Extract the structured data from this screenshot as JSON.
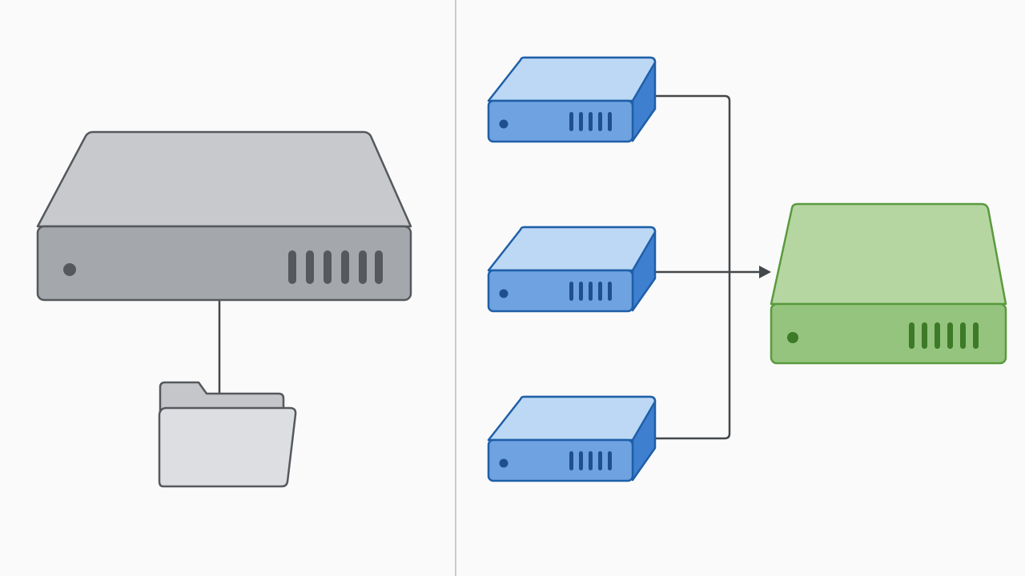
{
  "diagram": {
    "left_panel": {
      "nodes": [
        {
          "id": "gray-server",
          "icon": "server-icon",
          "fill": "#c7c9cc",
          "side": "#a4a7ab",
          "stroke": "#55585c"
        },
        {
          "id": "folder",
          "icon": "folder-icon",
          "fill": "#dcdee1",
          "stroke": "#55585c"
        }
      ],
      "edges": [
        {
          "from": "gray-server",
          "to": "folder",
          "arrow": false
        }
      ]
    },
    "divider": {
      "color": "#c9c9c9"
    },
    "right_panel": {
      "nodes": [
        {
          "id": "blue-server-1",
          "icon": "server-icon",
          "fill": "#bcd8f5",
          "side": "#6ea2e0",
          "stroke": "#1f5fa8"
        },
        {
          "id": "blue-server-2",
          "icon": "server-icon",
          "fill": "#bcd8f5",
          "side": "#6ea2e0",
          "stroke": "#1f5fa8"
        },
        {
          "id": "blue-server-3",
          "icon": "server-icon",
          "fill": "#bcd8f5",
          "side": "#6ea2e0",
          "stroke": "#1f5fa8"
        },
        {
          "id": "green-server",
          "icon": "server-icon",
          "fill": "#b5d6a1",
          "side": "#94c47d",
          "stroke": "#5a9a3e"
        }
      ],
      "edges": [
        {
          "from": "blue-server-1",
          "to": "green-server",
          "arrow": true
        },
        {
          "from": "blue-server-2",
          "to": "green-server",
          "arrow": true
        },
        {
          "from": "blue-server-3",
          "to": "green-server",
          "arrow": true
        }
      ]
    },
    "colors": {
      "background": "#fafafa",
      "connector": "#44474b"
    }
  }
}
